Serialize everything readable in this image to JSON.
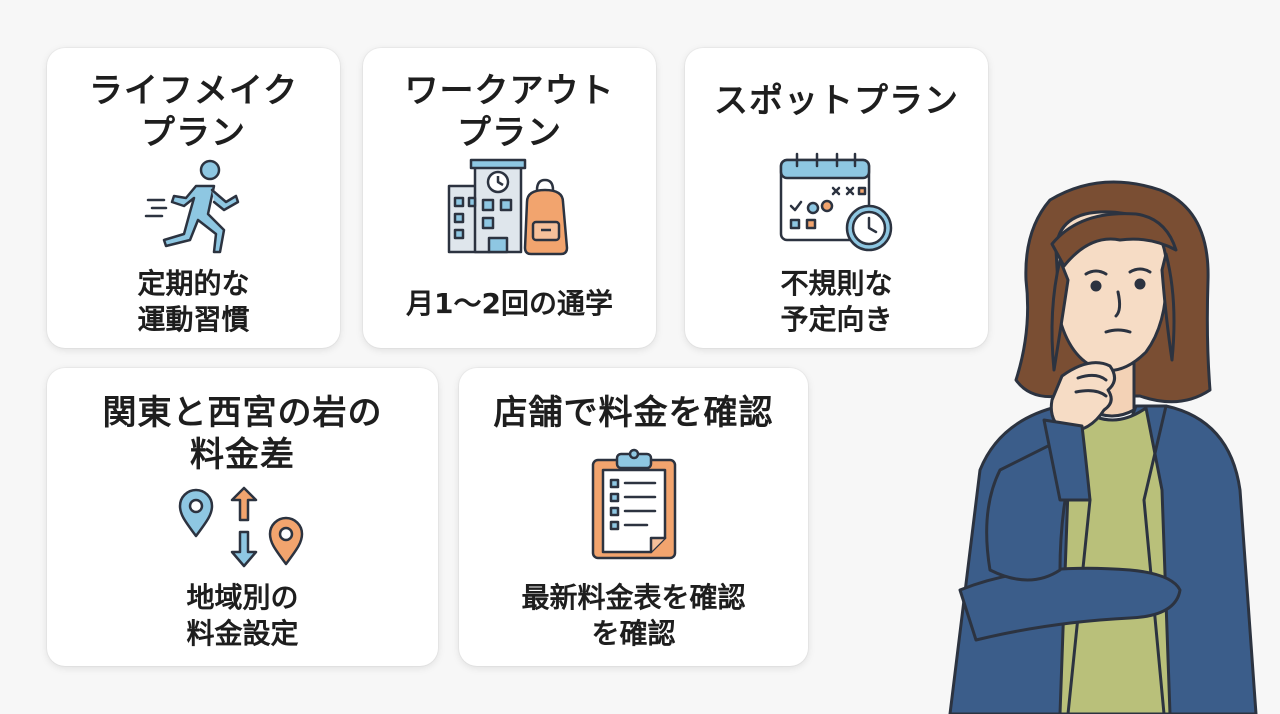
{
  "cards": [
    {
      "title": "ライフメイク\nプラン",
      "description": "定期的な\n運動習慣",
      "icon": "running-person-icon"
    },
    {
      "title": "ワークアウト\nプラン",
      "description": "月1〜2回の通学",
      "icon": "school-backpack-icon"
    },
    {
      "title": "スポットプラン",
      "description": "不規則な\n予定向き",
      "icon": "calendar-clock-icon"
    },
    {
      "title": "関東と西宮の岩の\n料金差",
      "description": "地域別の\n料金設定",
      "icon": "location-pins-arrows-icon"
    },
    {
      "title": "店舗で料金を確認",
      "description": "最新料金表を確認\nを確認",
      "icon": "clipboard-checklist-icon"
    }
  ],
  "colors": {
    "blue": "#8ec7e2",
    "orange": "#f2a46e",
    "outline": "#2c3340",
    "jacket": "#3b5d8a",
    "shirt": "#b9c07a",
    "hair": "#7a4e33"
  }
}
